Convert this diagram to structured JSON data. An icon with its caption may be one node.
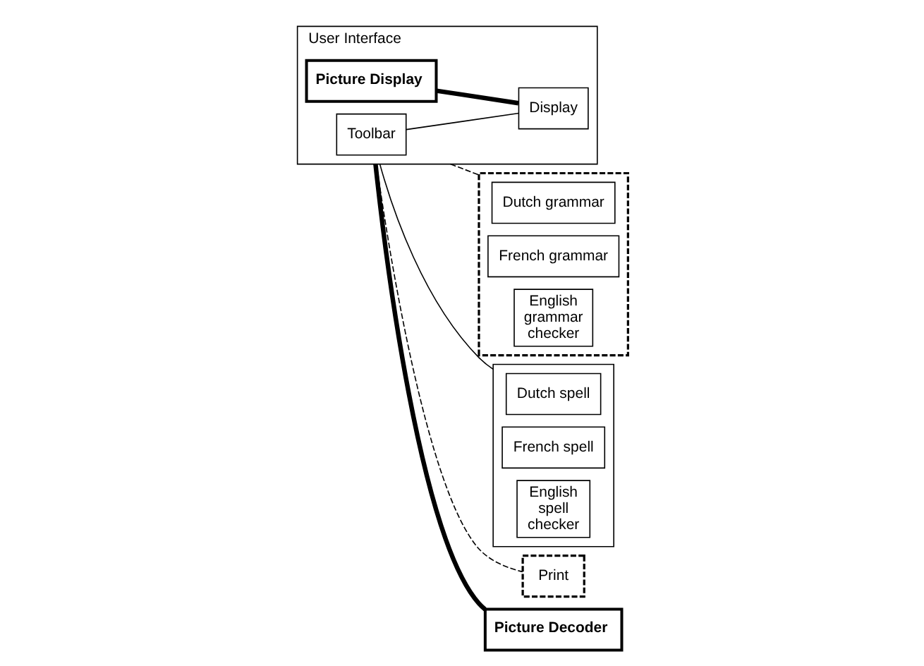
{
  "diagram": {
    "nodes": [
      {
        "text": [
          "User Interface"
        ]
      },
      {
        "text": [
          "Toolbar"
        ],
        "in": 0
      },
      {
        "text": [
          "Picture Display"
        ],
        "in": 0
      },
      {
        "text": [
          "Display"
        ],
        "in": 0
      },
      {
        "text": [],
        "shape": "box"
      },
      {
        "text": [
          "Dutch grammar"
        ],
        "in": 4
      },
      {
        "text": [
          "French grammar"
        ],
        "in": 4
      },
      {
        "text": [
          "English grammar checker"
        ],
        "in": 4
      },
      {
        "text": [],
        "shape": "box"
      },
      {
        "text": [
          "Dutch spell"
        ],
        "in": 8
      },
      {
        "text": [
          "French spell"
        ],
        "in": 8
      },
      {
        "text": [
          "English spell checker"
        ],
        "in": 8
      },
      {
        "text": [
          "Print"
        ]
      },
      {
        "text": [
          "Picture Decoder"
        ]
      }
    ],
    "edges": [
      {
        "from": 1,
        "to": 3,
        "arrow": "none"
      },
      {
        "from": 2,
        "to": 3,
        "arrow": "none",
        "style": "thick"
      },
      {
        "from": 0,
        "to": 4,
        "arrow": "none",
        "style": "dashed"
      },
      {
        "from": 0,
        "to": 8,
        "arrow": "none"
      },
      {
        "from": 0,
        "to": 12,
        "arrow": "none",
        "style": "dashed"
      },
      {
        "from": 0,
        "to": 13,
        "arrow": "none",
        "style": "thick"
      }
    ]
  }
}
